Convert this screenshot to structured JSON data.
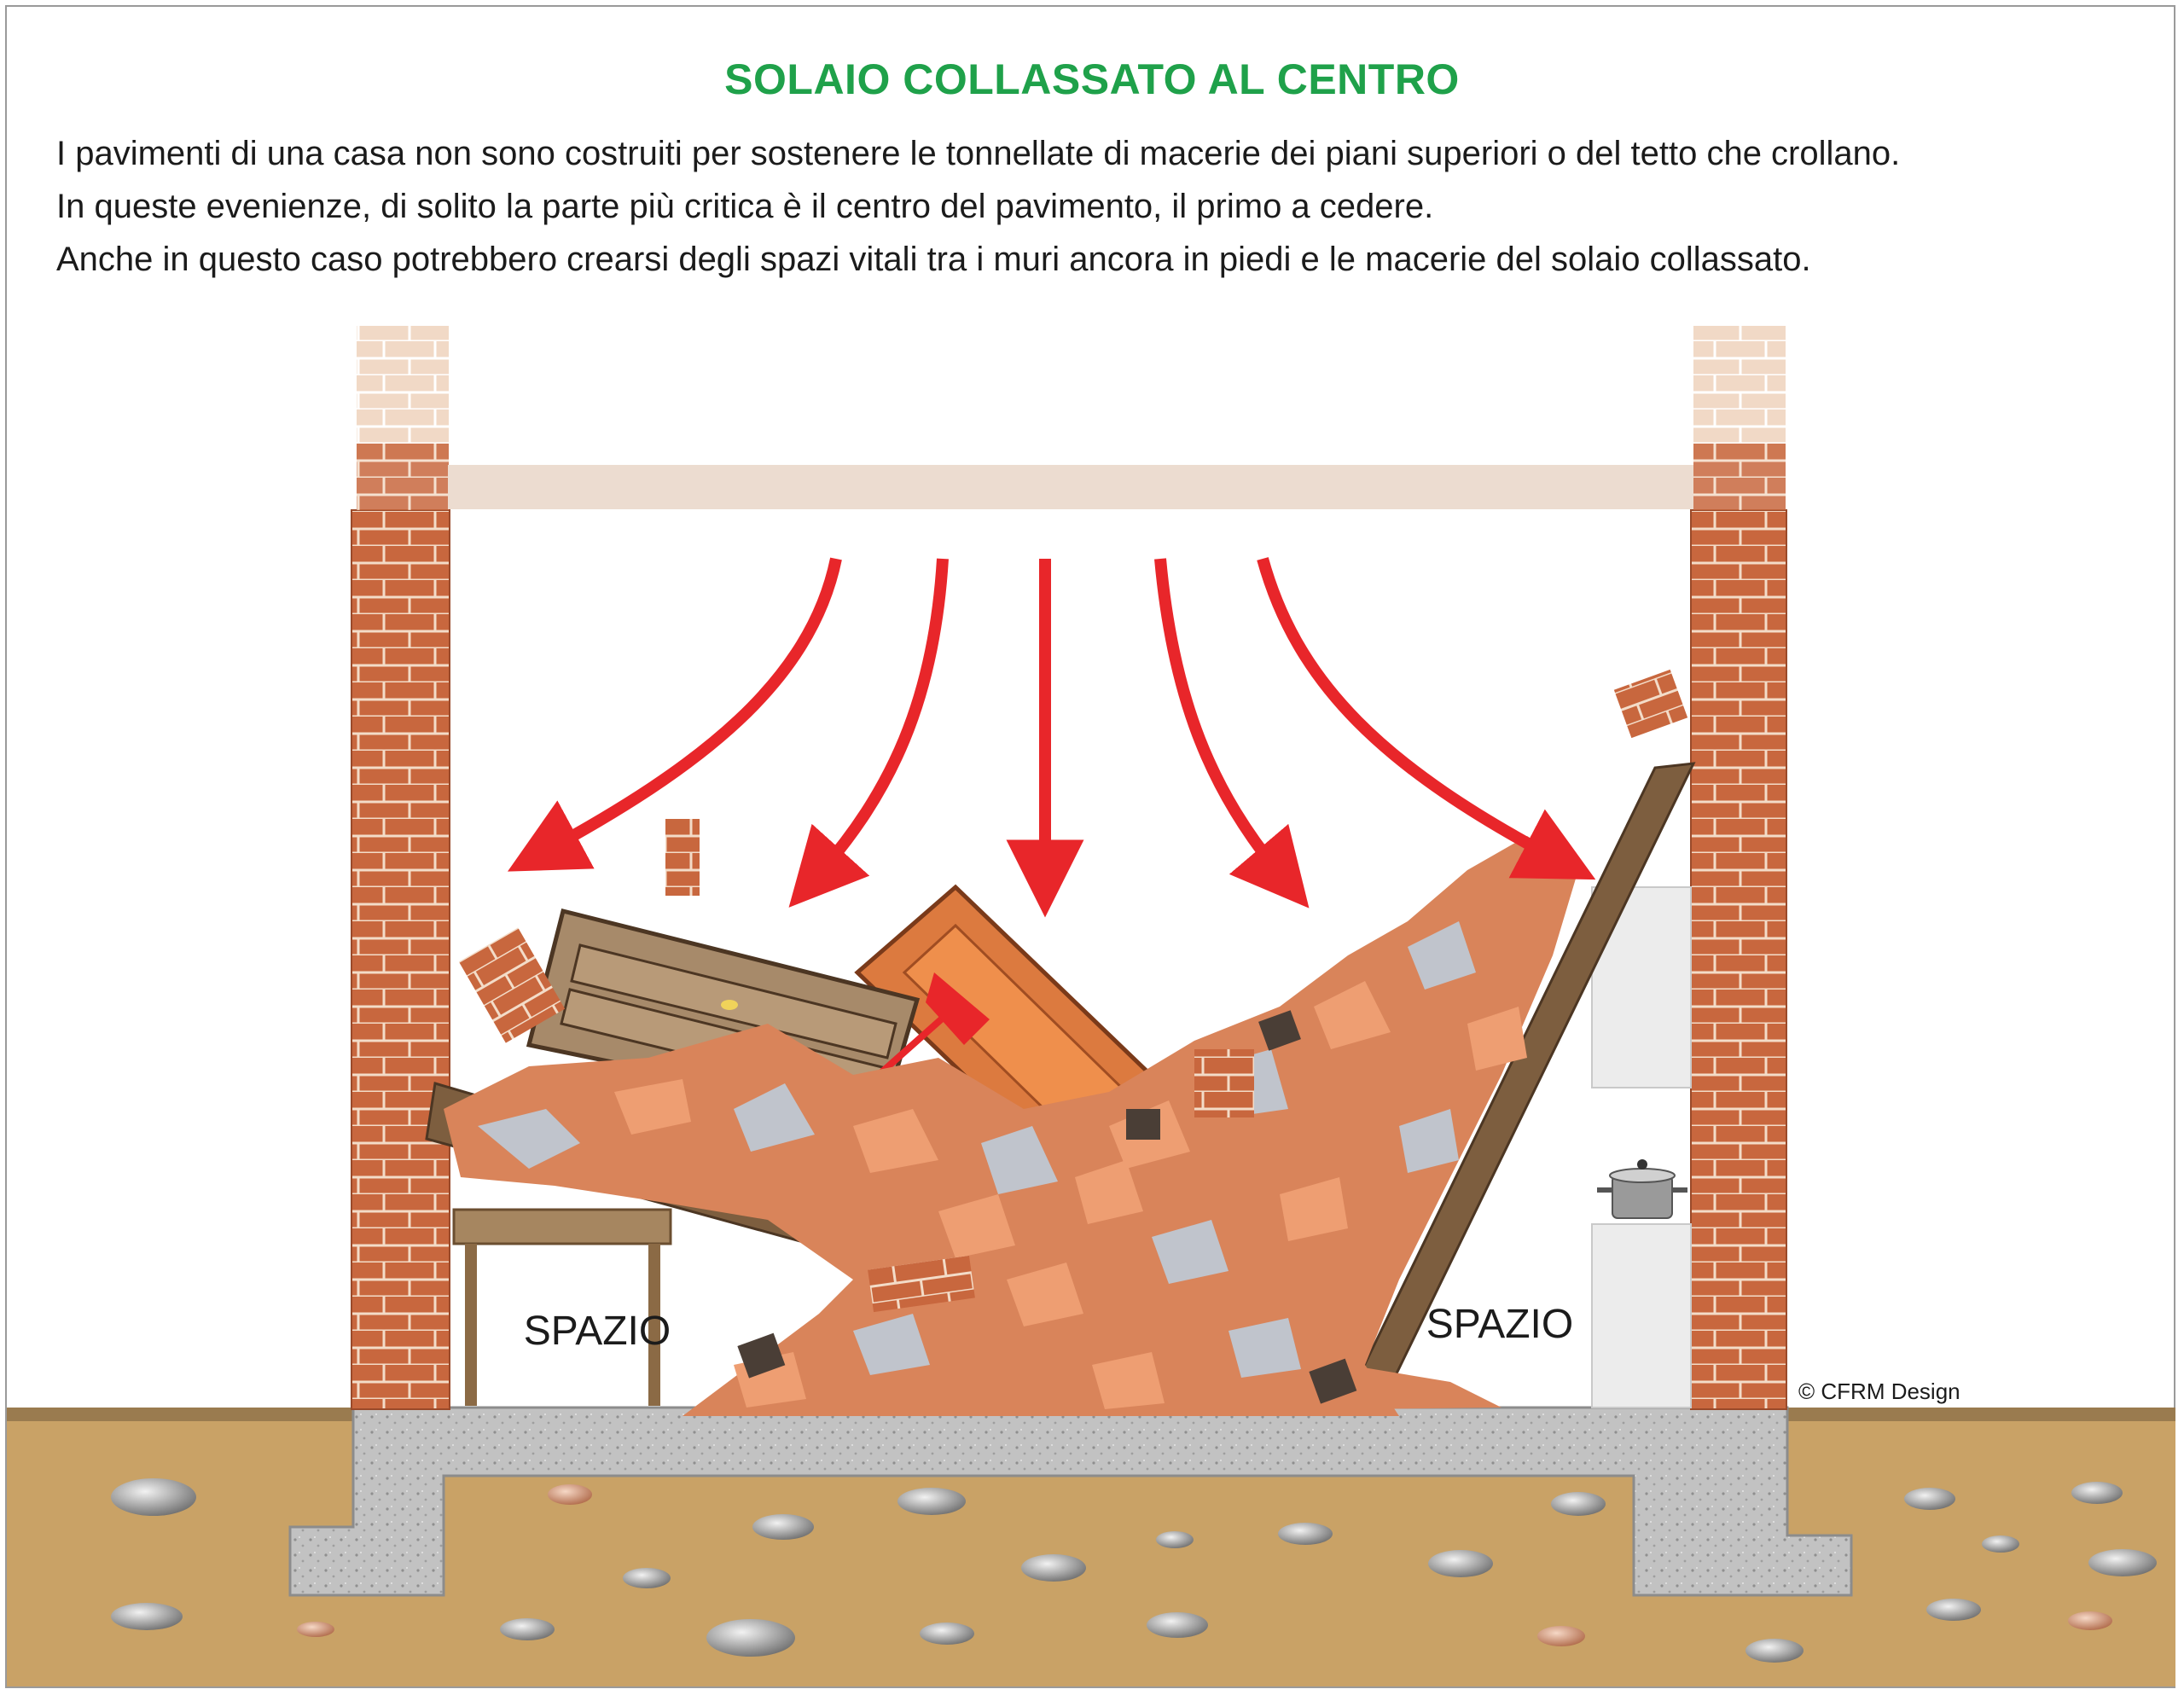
{
  "title": "SOLAIO COLLASSATO AL CENTRO",
  "description": [
    "I pavimenti di una casa non sono costruiti per sostenere le tonnellate di macerie dei piani superiori o del tetto che crollano.",
    "In queste evenienze, di solito la parte più critica è il centro del pavimento, il primo a cedere.",
    "Anche in questo caso potrebbero crearsi degli spazi vitali tra i muri ancora in piedi e le macerie del solaio collassato."
  ],
  "labels": {
    "space_left": "SPAZIO",
    "space_right": "SPAZIO"
  },
  "credit": "© CFRM Design",
  "colors": {
    "title": "#1fa14a",
    "arrows": "#e8262a",
    "brick": "#c8673e",
    "soil": "#c9a266",
    "concrete": "#bdbdbd",
    "beam": "#7a5a3a"
  }
}
